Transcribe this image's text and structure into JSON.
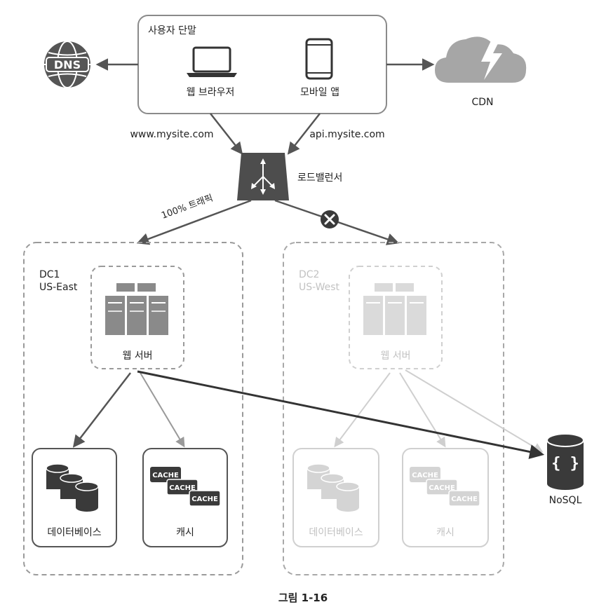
{
  "user_devices": {
    "title": "사용자 단말",
    "web_browser": "웹 브라우저",
    "mobile_app": "모바일 앱"
  },
  "dns": {
    "label": "DNS"
  },
  "cdn": {
    "label": "CDN"
  },
  "domains": {
    "web": "www.mysite.com",
    "api": "api.mysite.com"
  },
  "load_balancer": {
    "label": "로드밸런서",
    "traffic_label": "100% 트래픽"
  },
  "dc1": {
    "name": "DC1",
    "region": "US-East",
    "web_server": "웹 서버",
    "database": "데이터베이스",
    "cache": "캐시",
    "cache_tags": [
      "CACHE",
      "CACHE",
      "CACHE"
    ]
  },
  "dc2": {
    "name": "DC2",
    "region": "US-West",
    "web_server": "웹 서버",
    "database": "데이터베이스",
    "cache": "캐시",
    "cache_tags": [
      "CACHE",
      "CACHE",
      "CACHE"
    ]
  },
  "nosql": {
    "label": "NoSQL"
  },
  "caption": "그림 1-16",
  "colors": {
    "line": "#555555",
    "faded_line": "#c8c8c8",
    "dark_icon": "#4a4a4a",
    "gray_icon": "#8a8a8a",
    "faded_icon": "#d4d4d4",
    "box_border": "#8a8a8a",
    "dashed_border": "#9a9a9a",
    "faded_border": "#d0d0d0"
  }
}
